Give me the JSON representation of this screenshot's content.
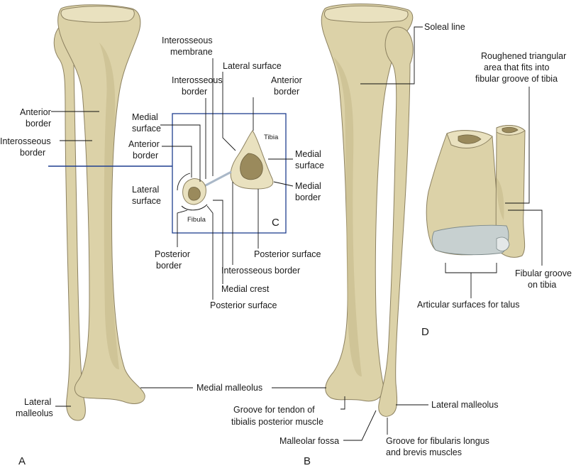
{
  "colors": {
    "bone": "#dcd2a8",
    "bone_shadow": "#c4b888",
    "marrow": "#9a8a5c",
    "inset_frame": "#1f3f8f",
    "leader": "#111111"
  },
  "panels": {
    "a": "A",
    "b": "B",
    "c": "C",
    "d": "D"
  },
  "panel_a": {
    "anterior_border": [
      "Anterior",
      "border"
    ],
    "interosseous_border": [
      "Interosseous",
      "border"
    ],
    "lateral_malleolus": [
      "Lateral",
      "malleolus"
    ]
  },
  "inset_c": {
    "interosseous_membrane": [
      "Interosseous",
      "membrane"
    ],
    "lateral_surface_tibia": "Lateral surface",
    "anterior_border_tibia": [
      "Anterior",
      "border"
    ],
    "interosseous_border_top": [
      "Interosseous",
      "border"
    ],
    "medial_surface_fibula": [
      "Medial",
      "surface"
    ],
    "anterior_border_fibula": [
      "Anterior",
      "border"
    ],
    "lateral_surface_fibula": [
      "Lateral",
      "surface"
    ],
    "tibia_tag": "Tibia",
    "fibula_tag": "Fibula",
    "medial_surface_tibia": [
      "Medial",
      "surface"
    ],
    "medial_border_tibia": [
      "Medial",
      "border"
    ],
    "posterior_surface_tibia": "Posterior surface",
    "posterior_border_fibula": [
      "Posterior",
      "border"
    ],
    "interosseous_border_bottom": "Interosseous border",
    "medial_crest": "Medial crest",
    "posterior_surface_fibula": "Posterior surface"
  },
  "shared": {
    "medial_malleolus": "Medial malleolus"
  },
  "panel_b": {
    "soleal_line": "Soleal line",
    "groove_tibialis": [
      "Groove for tendon of",
      "tibialis posterior muscle"
    ],
    "lateral_malleolus": "Lateral malleolus",
    "malleolar_fossa": "Malleolar fossa",
    "groove_fibularis": [
      "Groove for fibularis longus",
      "and brevis muscles"
    ]
  },
  "panel_d": {
    "roughened_area": [
      "Roughened triangular",
      "area that fits into",
      "fibular groove of tibia"
    ],
    "fibular_groove": [
      "Fibular groove",
      "on tibia"
    ],
    "articular_surfaces": "Articular surfaces for talus"
  }
}
